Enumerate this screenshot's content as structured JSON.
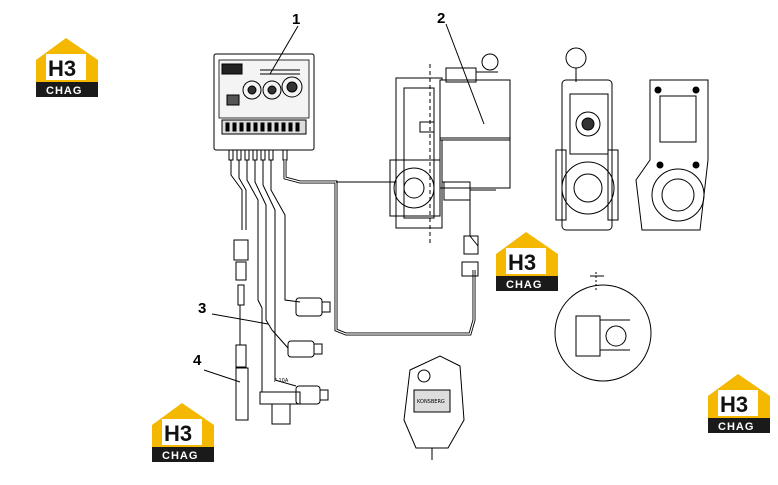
{
  "callouts": {
    "c1": "1",
    "c2": "2",
    "c3": "3",
    "c4": "4"
  },
  "logo": {
    "mark": "H3",
    "sub": "CHAG",
    "colors": {
      "gold": "#f5b800",
      "dark": "#1a1a1a"
    }
  },
  "small_labels": {
    "fuse": "F 10A",
    "pump_label": "KONSBERG"
  }
}
